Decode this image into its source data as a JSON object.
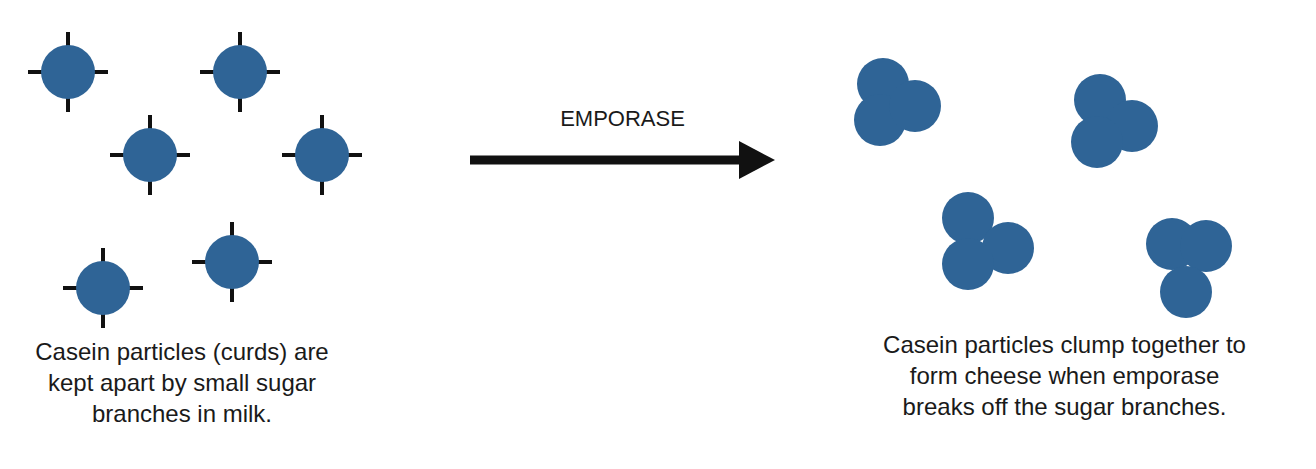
{
  "diagram": {
    "nodes": [
      {
        "text": [
          "Casein particles (curds) are kept apart by small sugar branches in milk."
        ]
      },
      {
        "text": [
          "Casein particles clump together to form cheese when emporase breaks off the sugar branches."
        ]
      }
    ],
    "edges": [
      {
        "from": 0,
        "to": 1,
        "label": "EMPORASE",
        "arrow": "to"
      }
    ]
  }
}
